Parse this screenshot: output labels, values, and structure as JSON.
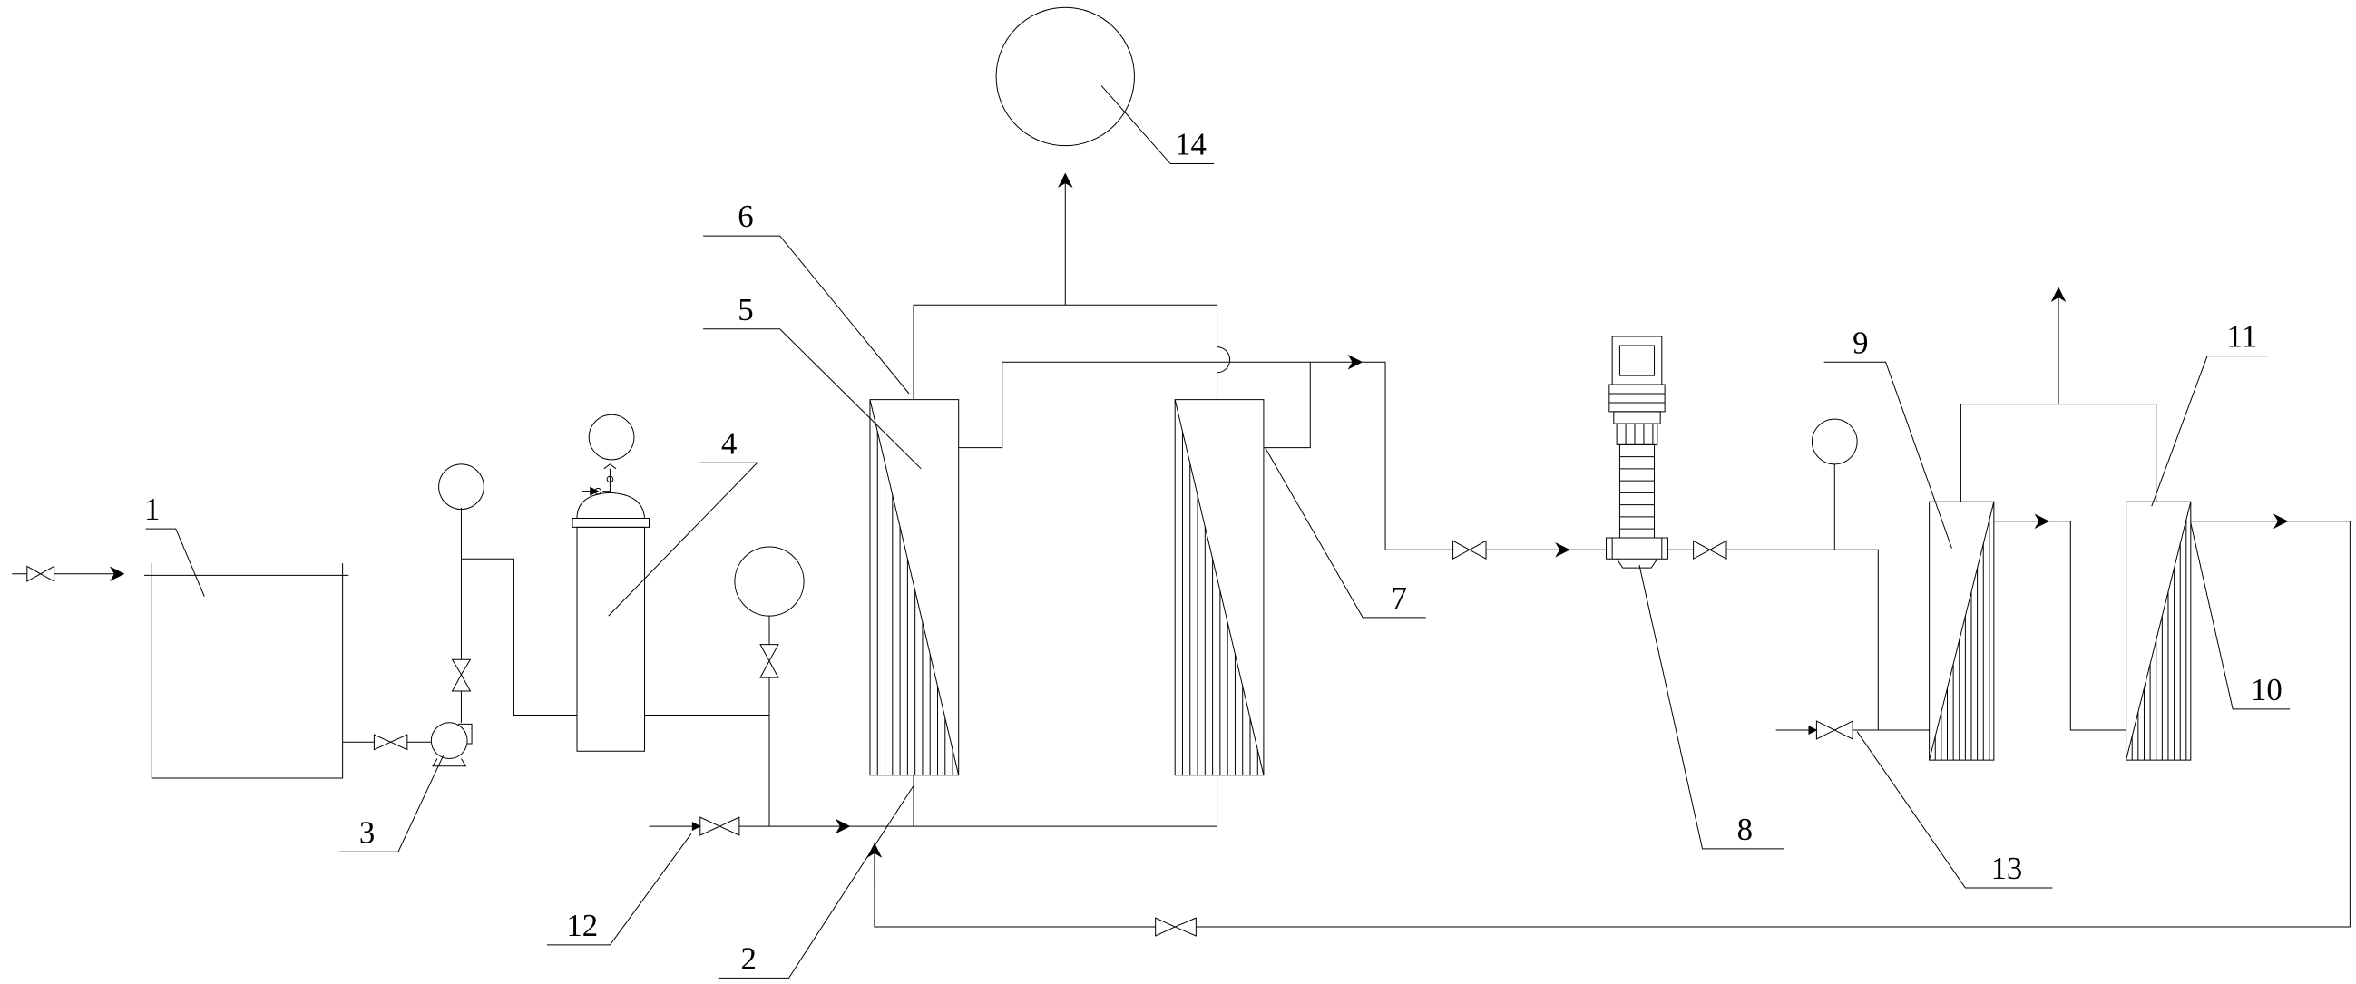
{
  "colors": {
    "line": "#000000",
    "background": "#ffffff"
  },
  "labels": {
    "l1": "1",
    "l2": "2",
    "l3": "3",
    "l4": "4",
    "l5": "5",
    "l6": "6",
    "l7": "7",
    "l8": "8",
    "l9": "9",
    "l10": "10",
    "l11": "11",
    "l12": "12",
    "l13": "13",
    "l14": "14"
  }
}
